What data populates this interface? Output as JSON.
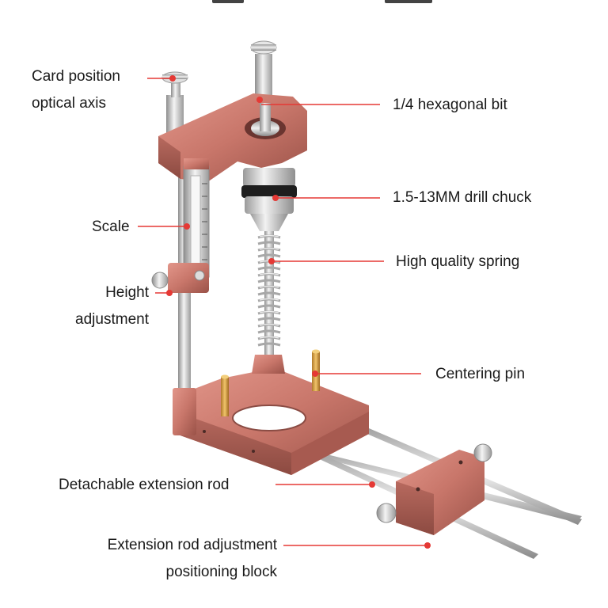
{
  "accent_color": "#e53935",
  "metal_color": "#c8766a",
  "labels": {
    "card_position": {
      "line1": "Card position",
      "line2": "optical axis"
    },
    "hexagonal_bit": "1/4 hexagonal bit",
    "drill_chuck": "1.5-13MM drill chuck",
    "scale": "Scale",
    "spring": "High quality spring",
    "height_adjustment": {
      "line1": "Height",
      "line2": "adjustment"
    },
    "centering_pin": "Centering pin",
    "extension_rod": "Detachable extension rod",
    "adjustment_block": {
      "line1": "Extension rod adjustment",
      "line2": "positioning block"
    }
  }
}
